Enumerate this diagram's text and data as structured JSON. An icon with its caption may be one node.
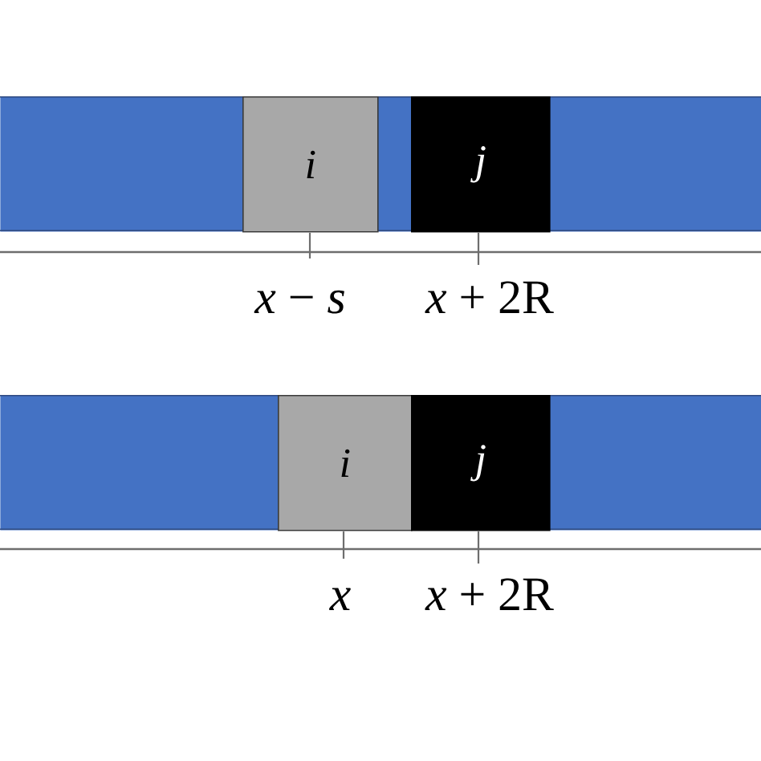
{
  "diagram": {
    "nodes": [
      {
        "text": [],
        "shape": "bar"
      },
      {
        "text": [
          "i"
        ],
        "in": 0
      },
      {
        "text": [
          "j"
        ],
        "in": 0
      },
      {
        "text": [],
        "shape": "bar"
      },
      {
        "text": [
          "i"
        ],
        "in": 3
      },
      {
        "text": [
          "j"
        ],
        "in": 3
      }
    ],
    "labels": [
      "*x* − *s*",
      "*x* + 2R",
      "x",
      "*x* + 2R"
    ]
  }
}
